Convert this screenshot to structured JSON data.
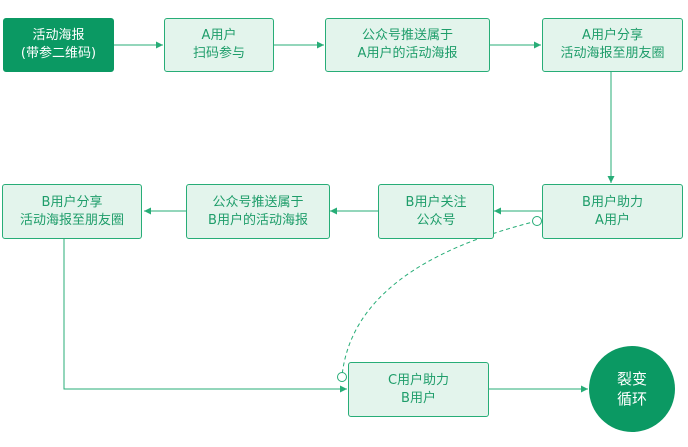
{
  "colors": {
    "accent": "#0b9963",
    "node_fill": "#e3f4ec",
    "node_border": "#27ad77",
    "node_text": "#1e9d6a",
    "connector": "#27ad77"
  },
  "nodes": {
    "n1": {
      "line1": "活动海报",
      "line2": "(带参二维码)"
    },
    "n2": {
      "line1": "A用户",
      "line2": "扫码参与"
    },
    "n3": {
      "line1": "公众号推送属于",
      "line2": "A用户的活动海报"
    },
    "n4": {
      "line1": "A用户分享",
      "line2": "活动海报至朋友圈"
    },
    "n5": {
      "line1": "B用户助力",
      "line2": "A用户"
    },
    "n6": {
      "line1": "B用户关注",
      "line2": "公众号"
    },
    "n7": {
      "line1": "公众号推送属于",
      "line2": "B用户的活动海报"
    },
    "n8": {
      "line1": "B用户分享",
      "line2": "活动海报至朋友圈"
    },
    "n9": {
      "line1": "C用户助力",
      "line2": "B用户"
    },
    "n10": {
      "line1": "裂变",
      "line2": "循环"
    }
  }
}
